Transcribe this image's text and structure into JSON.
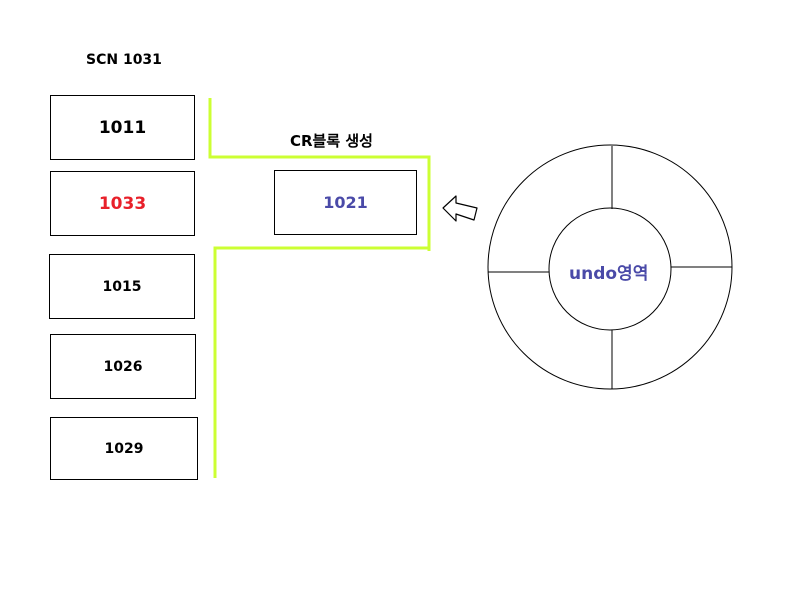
{
  "scn_label": "SCN 1031",
  "blocks": [
    {
      "value": "1011",
      "color": "#000000"
    },
    {
      "value": "1033",
      "color": "#e8202a"
    },
    {
      "value": "1015",
      "color": "#000000"
    },
    {
      "value": "1026",
      "color": "#000000"
    },
    {
      "value": "1029",
      "color": "#000000"
    }
  ],
  "cr_label": "CR블록 생성",
  "cr_block": {
    "value": "1021",
    "color": "#4a4aa8"
  },
  "undo_label": "undo영역",
  "colors": {
    "highlight": "#ccff33",
    "undo_text": "#4a4aa8"
  },
  "icons": {
    "arrow": "hollow-left-arrow-icon"
  }
}
